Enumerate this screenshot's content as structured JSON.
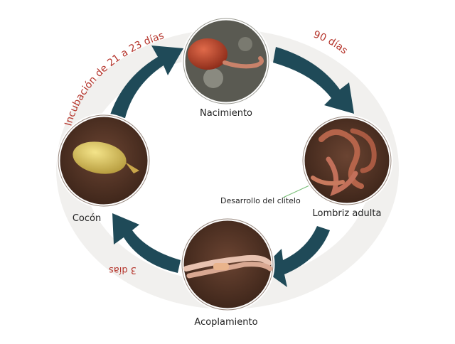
{
  "diagram": {
    "stages": [
      {
        "key": "nacimiento",
        "label": "Nacimiento"
      },
      {
        "key": "lombriz_adulta",
        "label": "Lombriz adulta"
      },
      {
        "key": "acoplamiento",
        "label": "Acoplamiento"
      },
      {
        "key": "cocon",
        "label": "Cocón"
      }
    ],
    "durations": {
      "incubacion": "Incubación de 21 a 23 días",
      "adulto": "90 días",
      "acoplamiento": "3 días"
    },
    "annotation": "Desarrollo del clitelo",
    "colors": {
      "ring": "#f1f0ee",
      "arrow": "#1f4a58",
      "duration_text": "#b5352c",
      "soil": "#4a2f22",
      "worm": "#b5644a"
    }
  }
}
